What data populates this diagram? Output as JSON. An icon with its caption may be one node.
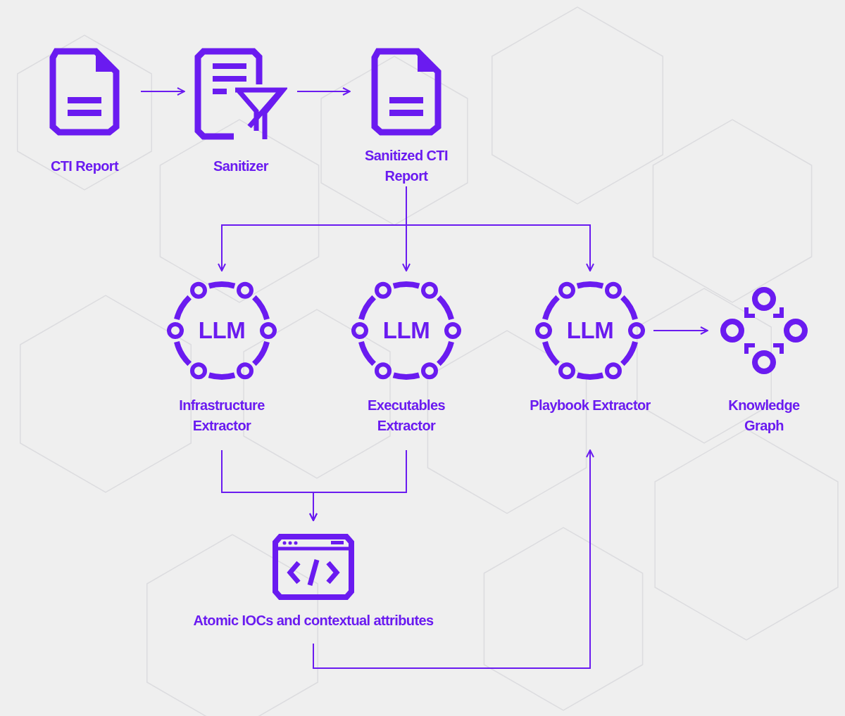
{
  "diagram": {
    "nodes": [
      {
        "text": [
          "CTI Report"
        ]
      },
      {
        "text": [
          "Sanitizer"
        ]
      },
      {
        "text": [
          "Sanitized CTI Report"
        ]
      },
      {
        "text": [
          "LLM",
          "Infrastructure Extractor"
        ]
      },
      {
        "text": [
          "LLM",
          "Executables Extractor"
        ]
      },
      {
        "text": [
          "LLM",
          "Playbook Extractor"
        ]
      },
      {
        "text": [
          "Knowledge Graph"
        ]
      },
      {
        "text": [
          "Atomic IOCs and contextual attributes"
        ]
      }
    ],
    "edges": [
      {
        "from": 0,
        "to": 1,
        "arrow": "to"
      },
      {
        "from": 1,
        "to": 2,
        "arrow": "to"
      },
      {
        "from": 2,
        "to": 3,
        "arrow": "to"
      },
      {
        "from": 2,
        "to": 4,
        "arrow": "to"
      },
      {
        "from": 2,
        "to": 5,
        "arrow": "to"
      },
      {
        "from": 3,
        "to": 7,
        "arrow": "to"
      },
      {
        "from": 4,
        "to": 7,
        "arrow": "to"
      },
      {
        "from": 7,
        "to": 5,
        "arrow": "to"
      },
      {
        "from": 5,
        "to": 6,
        "arrow": "to"
      }
    ]
  }
}
